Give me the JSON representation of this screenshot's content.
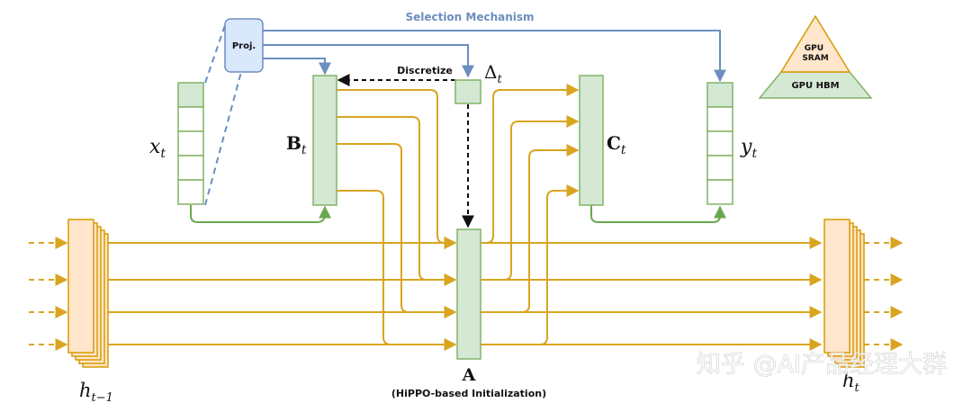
{
  "labels": {
    "selection": "Selection Mechanism",
    "proj": "Proj.",
    "discretize": "Discretize",
    "delta": "Δ",
    "delta_sub": "t",
    "x": "x",
    "x_sub": "t",
    "B": "B",
    "B_sub": "t",
    "C": "C",
    "C_sub": "t",
    "y": "y",
    "y_sub": "t",
    "A": "A",
    "hippo": "(HiPPO-based Initialization)",
    "h_prev": "h",
    "h_prev_sub": "t−1",
    "h_cur": "h",
    "h_cur_sub": "t",
    "gpu_sram": "GPU\nSRAM",
    "gpu_hbm": "GPU HBM",
    "watermark": "知乎 @AI产品经理大群"
  },
  "colors": {
    "green_fill": "#d5e8d4",
    "green_stroke": "#82b366",
    "blue_fill": "#dae8fc",
    "blue_stroke": "#6c8ebf",
    "orange_fill": "#ffe6cc",
    "orange_stroke": "#d79b00",
    "arrow_orange": "#d9a520",
    "arrow_green": "#6aa84f",
    "arrow_blue": "#6c8ebf",
    "selection_text": "#6c8ebf"
  }
}
